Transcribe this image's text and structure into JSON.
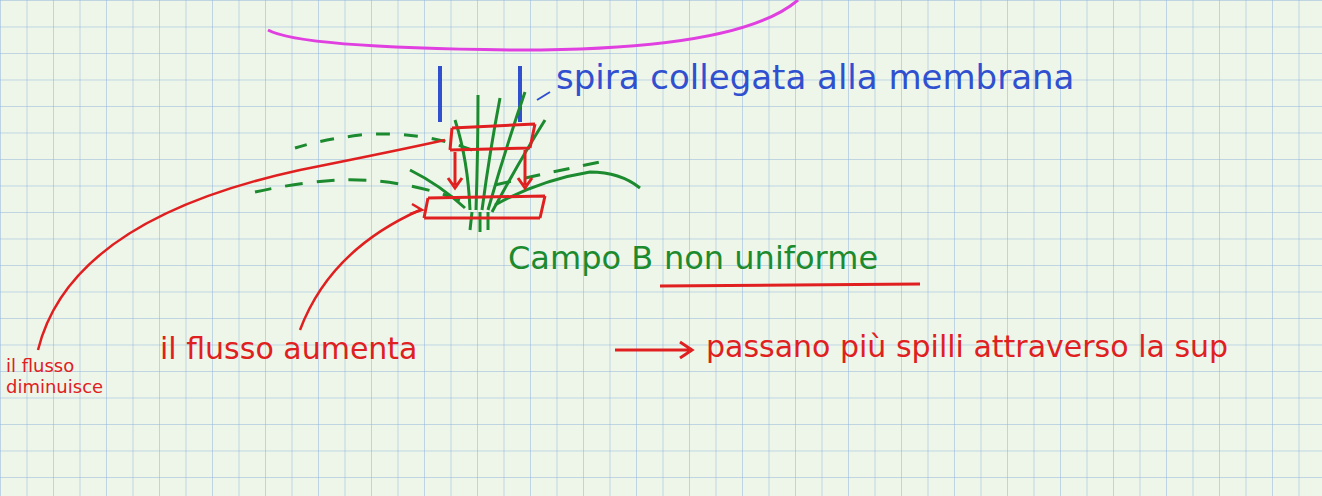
{
  "diagram": {
    "labels": [
      "spira collegata alla membrana",
      "Campo B",
      "non uniforme",
      "il flusso diminuisce",
      "il flusso aumenta",
      "passano più spilli attraverso la sup"
    ]
  }
}
